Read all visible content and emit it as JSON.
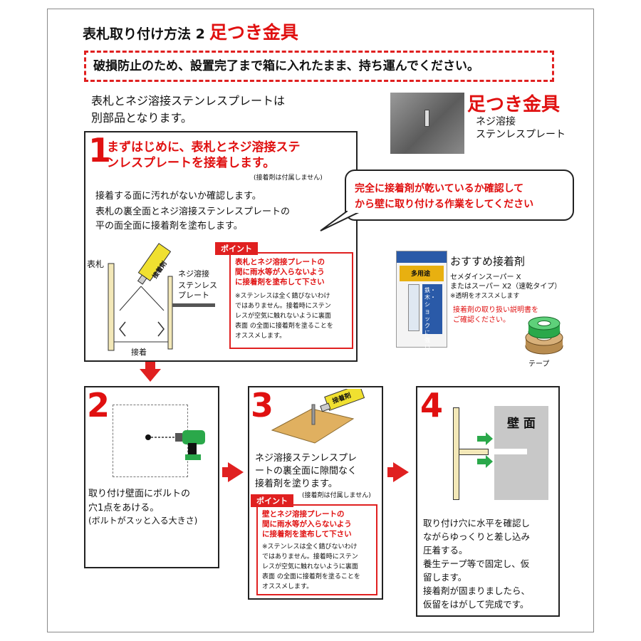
{
  "header": {
    "title": "表札取り付け方法 2",
    "title_accent": "足つき金具",
    "warning": "破損防止のため、設置完了まで箱に入れたまま、持ち運んでください。"
  },
  "intro": {
    "line1": "表札とネジ溶接ステンレスプレートは",
    "line2": "別部品となります。"
  },
  "product": {
    "name": "足つき金具",
    "sub1": "ネジ溶接",
    "sub2": "ステンレスプレート"
  },
  "step1": {
    "number": "1",
    "heading1": "まずはじめに、表札とネジ溶接ステ",
    "heading2": "ンレスプレートを接着します。",
    "note": "(接着剤は付属しません)",
    "body1": "接着する面に汚れがないか確認します。",
    "body2": "表札の裏全面とネジ溶接ステンレスプレートの",
    "body3": "平の面全面に接着剤を塗布します。",
    "diagram": {
      "nameplate": "表札",
      "adhesive": "接着剤",
      "plate1": "ネジ溶接",
      "plate2": "ステンレス",
      "plate3": "プレート",
      "bond": "接着"
    },
    "point": {
      "tag": "ポイント",
      "h1": "表札とネジ溶接プレートの",
      "h2": "間に雨水等が入らないよう",
      "h3": "に接着剤を塗布して下さい",
      "b1": "※ステンレスは全く錆びないわけ",
      "b2": "ではありません。接着時にステン",
      "b3": "レスが空気に触れないように裏面",
      "b4": "表面 の全面に接着剤を塗ることを",
      "b5": "オススメします。"
    }
  },
  "callout": {
    "line1": "完全に接着剤が乾いているか確認して",
    "line2": "から壁に取り付ける作業をしてください"
  },
  "recommend": {
    "title": "おすすめ接着剤",
    "line1": "セメダインスーパー X",
    "line2": "またはスーパー X2（速乾タイプ）",
    "line3": "※透明をオススメします",
    "red1": "接着剤の取り扱い説明書を",
    "red2": "ご確認ください。",
    "tape": "テープ",
    "package": "多用途",
    "package_sub": "鉄・木・ショックに強い"
  },
  "step2": {
    "number": "2",
    "l1": "取り付け壁面にボルトの",
    "l2": "穴1点をあける。",
    "l3": "(ボルトがスッと入る大きさ)"
  },
  "step3": {
    "number": "3",
    "adhesive": "接着剤",
    "l1": "ネジ溶接ステンレスプレ",
    "l2": "ートの裏全面に隙間なく",
    "l3": "接着剤を塗ります。",
    "note": "(接着剤は付属しません)",
    "point": {
      "tag": "ポイント",
      "h1": "壁とネジ溶接プレートの",
      "h2": "間に雨水等が入らないよう",
      "h3": "に接着剤を塗布して下さい",
      "b1": "※ステンレスは全く錆びないわけ",
      "b2": "ではありません。接着時にステン",
      "b3": "レスが空気に触れないように裏面",
      "b4": "表面 の全面に接着剤を塗ることを",
      "b5": "オススメします。"
    }
  },
  "step4": {
    "number": "4",
    "wall": "壁 面",
    "l1": "取り付け穴に水平を確認し",
    "l2": "ながらゆっくりと差し込み",
    "l3": "圧着する。",
    "l4": "養生テープ等で固定し、仮",
    "l5": "留します。",
    "l6": "接着剤が固まりましたら、",
    "l7": "仮留をはがして完成です。"
  },
  "colors": {
    "accent": "#e01010",
    "arrow_green": "#2aa84a",
    "adhesive_yellow": "#f0e030"
  }
}
